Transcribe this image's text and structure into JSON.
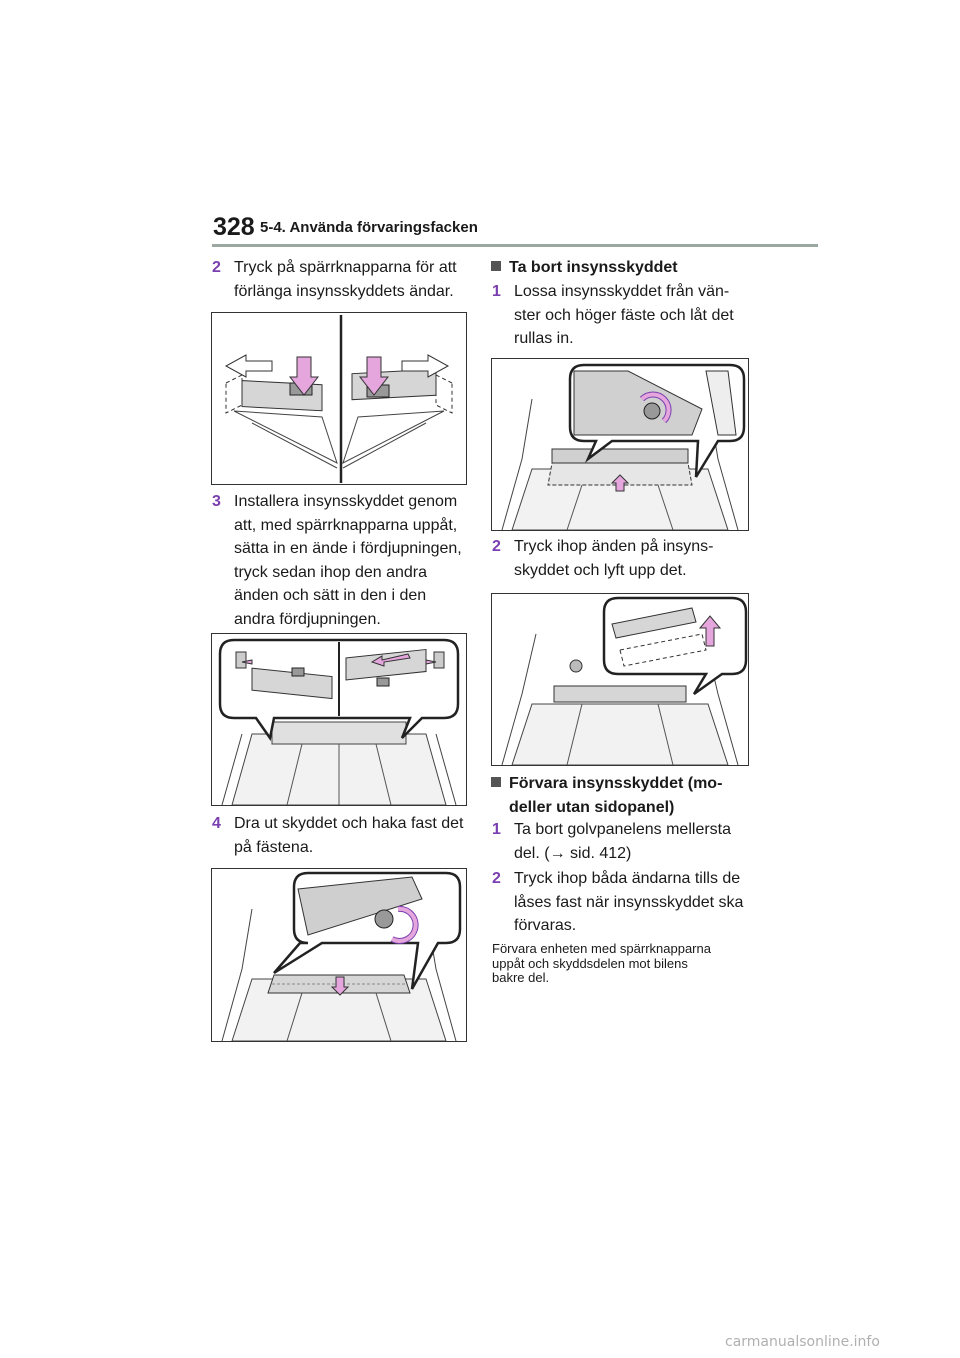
{
  "header": {
    "page_number": "328",
    "section_title": "5-4. Använda förvaringsfacken"
  },
  "left_column": {
    "step2": {
      "num": "2",
      "lines": [
        "Tryck på spärrknapparna för att",
        "förlänga insynsskyddets ändar."
      ]
    },
    "step3": {
      "num": "3",
      "lines": [
        "Installera insynsskyddet genom",
        "att, med spärrknapparna uppåt,",
        "sätta in en ände i fördjupningen,",
        "tryck sedan ihop den andra",
        "änden och sätt in den i den",
        "andra fördjupningen."
      ]
    },
    "step4": {
      "num": "4",
      "lines": [
        "Dra ut skyddet och haka fast det",
        "på fästena."
      ]
    }
  },
  "right_column": {
    "heading_remove": "Ta bort insynsskyddet",
    "step1": {
      "num": "1",
      "lines": [
        "Lossa insynsskyddet från vän-",
        "ster och höger fäste och låt det",
        "rullas in."
      ]
    },
    "step2": {
      "num": "2",
      "lines": [
        "Tryck ihop änden på insyns-",
        "skyddet och lyft upp det."
      ]
    },
    "heading_store": [
      "Förvara insynsskyddet (mo-",
      "deller utan sidopanel)"
    ],
    "store_step1": {
      "num": "1",
      "lines": [
        "Ta bort golvpanelens mellersta",
        "del. (→ sid. 412)"
      ]
    },
    "store_step2": {
      "num": "2",
      "lines": [
        "Tryck ihop båda ändarna tills de",
        "låses fast när insynsskyddet ska",
        "förvaras."
      ]
    },
    "note": [
      "Förvara enheten med spärrknapparna",
      "uppåt och skyddsdelen mot bilens",
      "bakre del."
    ]
  },
  "watermark": "carmanualsonline.info",
  "colors": {
    "step_number": "#7a3fb0",
    "arrow_fill": "#e4a6dc",
    "header_rule": "#9aa8a0"
  }
}
